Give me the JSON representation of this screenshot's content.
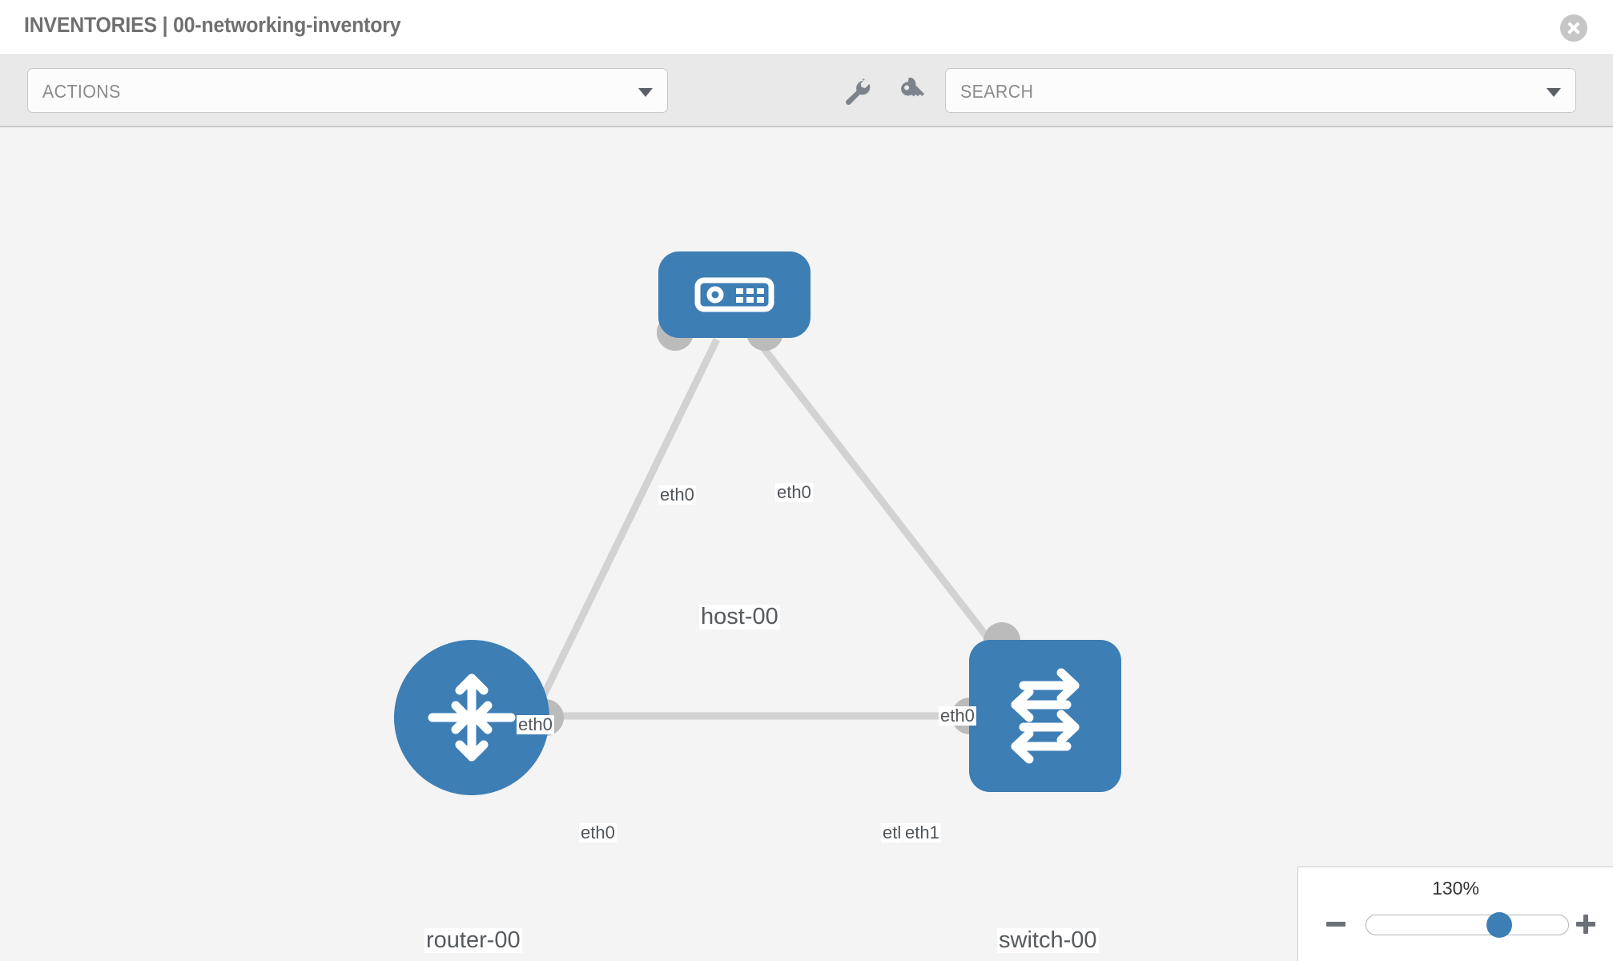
{
  "header": {
    "title": "INVENTORIES | 00-networking-inventory",
    "close_icon": "close-circle-icon"
  },
  "toolbar": {
    "actions_label": "ACTIONS",
    "search_placeholder": "SEARCH",
    "wrench_icon": "wrench-icon",
    "key_icon": "key-icon",
    "caret_icon": "chevron-down-icon"
  },
  "topology": {
    "nodes": [
      {
        "id": "host-00",
        "label": "host-00",
        "type": "host",
        "icon": "server-icon",
        "color": "#3d7eb5"
      },
      {
        "id": "router-00",
        "label": "router-00",
        "type": "router",
        "icon": "router-arrows-icon",
        "color": "#3d7eb5"
      },
      {
        "id": "switch-00",
        "label": "switch-00",
        "type": "switch",
        "icon": "switch-arrows-icon",
        "color": "#3d7eb5"
      }
    ],
    "links": [
      {
        "from": "router-00",
        "to": "host-00",
        "from_iface": "eth0",
        "to_iface": "eth0"
      },
      {
        "from": "host-00",
        "to": "switch-00",
        "from_iface": "eth0",
        "to_iface": "eth0"
      },
      {
        "from": "router-00",
        "to": "switch-00",
        "from_iface": "eth0",
        "to_iface": "eth1"
      }
    ],
    "interface_labels": {
      "host_left": "eth0",
      "host_right": "eth0",
      "router_up": "eth0",
      "router_right": "eth0",
      "switch_up": "eth0",
      "switch_left_overlap": "etl",
      "switch_left": "eth1"
    },
    "link_color": "#d2d2d2",
    "port_color": "#bbbbbb"
  },
  "zoom": {
    "value": "130%",
    "minus_label": "minus-icon",
    "plus_label": "plus-icon"
  }
}
